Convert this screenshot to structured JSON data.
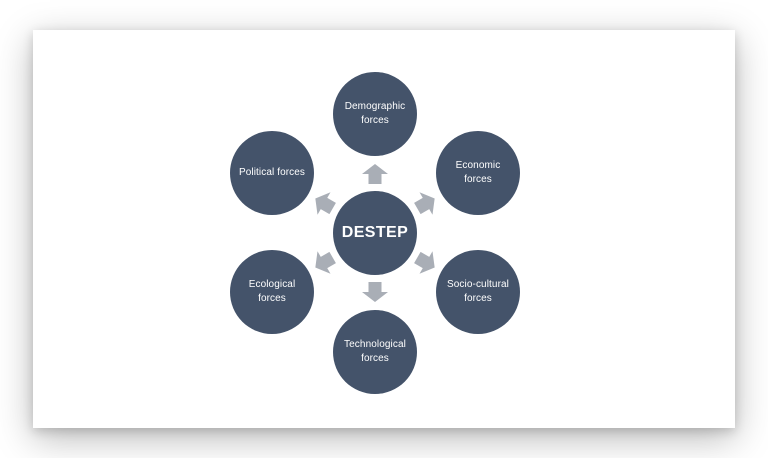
{
  "page": {
    "background": "#FFFFFF"
  },
  "slide": {
    "background": "#FFFFFF"
  },
  "diagram": {
    "type": "radial-cycle",
    "center": {
      "label": "DESTEP"
    },
    "nodes": [
      {
        "label": "Demographic\nforces",
        "position": "top"
      },
      {
        "label": "Economic\nforces",
        "position": "top-right"
      },
      {
        "label": "Socio-cultural\nforces",
        "position": "bottom-right"
      },
      {
        "label": "Technological\nforces",
        "position": "bottom"
      },
      {
        "label": "Ecological\nforces",
        "position": "bottom-left"
      },
      {
        "label": "Political forces",
        "position": "top-left"
      }
    ],
    "arrows": [
      {
        "from": "center",
        "direction": "up"
      },
      {
        "from": "center",
        "direction": "up-right"
      },
      {
        "from": "center",
        "direction": "down-right"
      },
      {
        "from": "center",
        "direction": "down"
      },
      {
        "from": "center",
        "direction": "down-left"
      },
      {
        "from": "center",
        "direction": "up-left"
      }
    ],
    "colors": {
      "node_fill": "#44536A",
      "node_text": "#FFFFFF",
      "arrow_fill": "#A9AEB6"
    }
  }
}
